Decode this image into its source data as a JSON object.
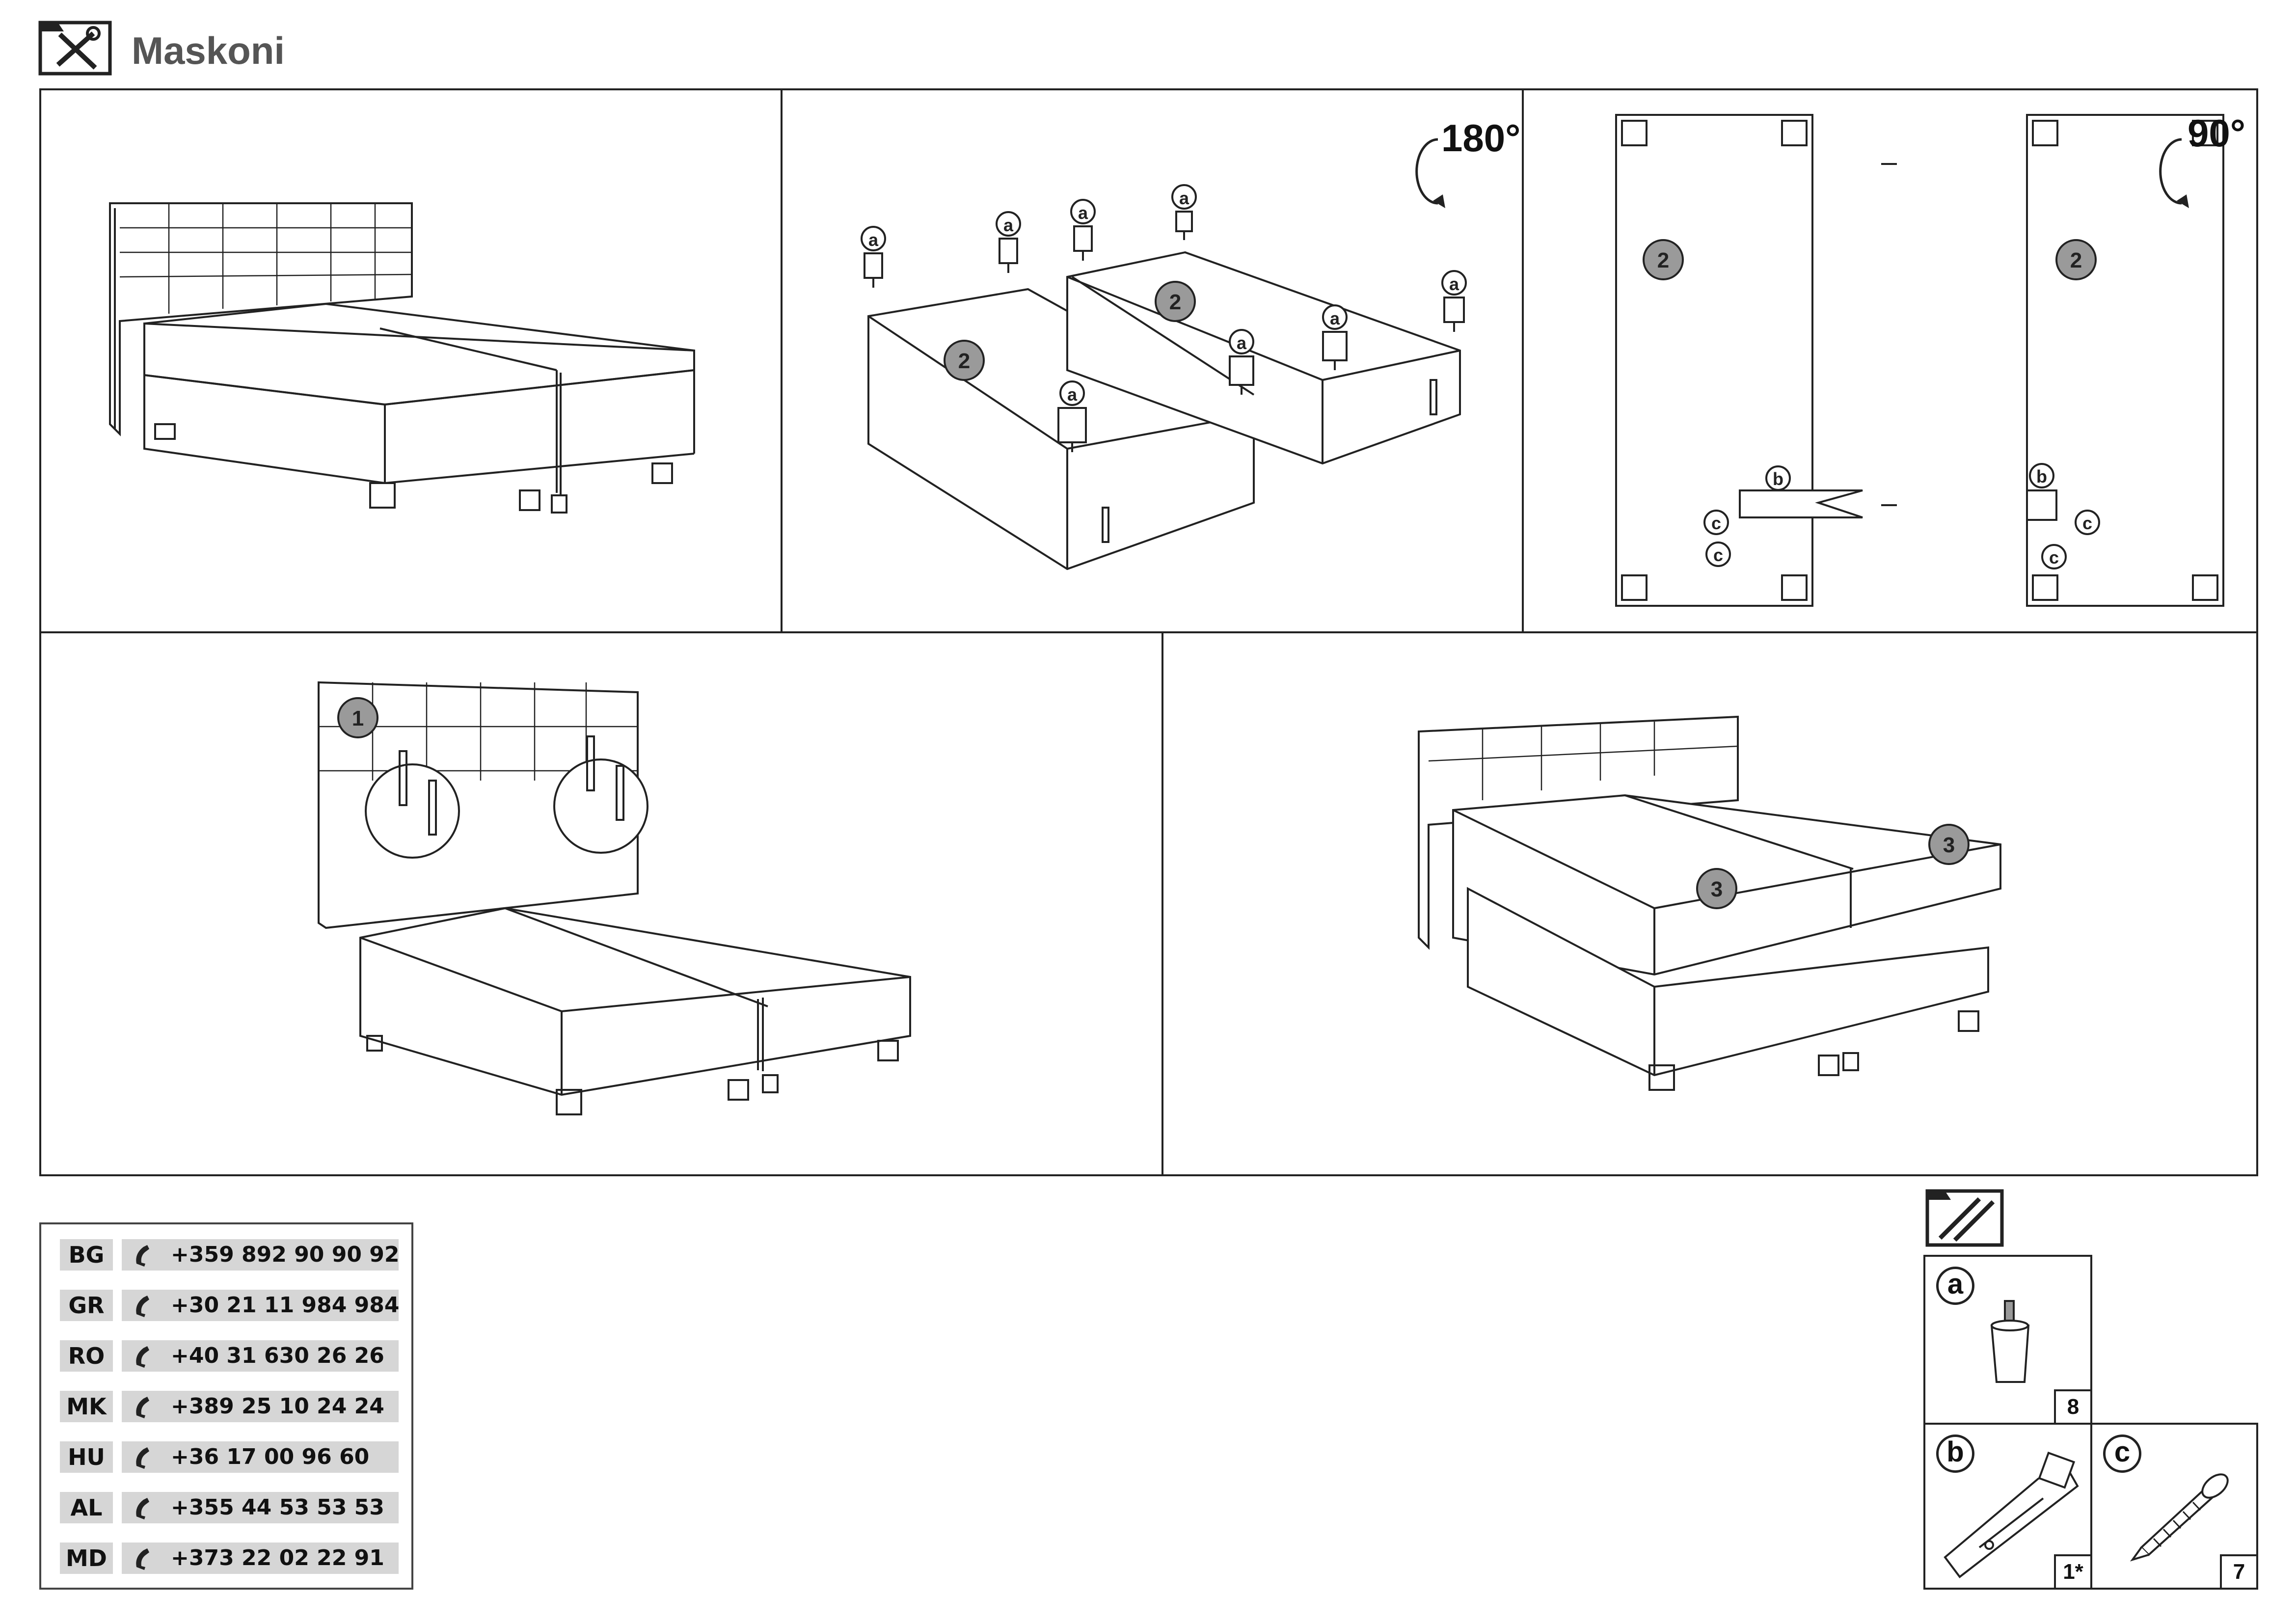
{
  "header": {
    "title": "Maskoni",
    "icon": "tools-icon"
  },
  "steps": {
    "step2_rotation": "180°",
    "step3_rotation": "90°",
    "labels": {
      "a": "a",
      "b": "b",
      "c": "c",
      "n1": "1",
      "n2": "2",
      "n3": "3"
    }
  },
  "contacts": [
    {
      "code": "BG",
      "phone": "+359 892 90 90 92"
    },
    {
      "code": "GR",
      "phone": "+30 21 11 984 984"
    },
    {
      "code": "RO",
      "phone": "+40 31 630 26 26"
    },
    {
      "code": "MK",
      "phone": "+389 25 10 24 24"
    },
    {
      "code": "HU",
      "phone": "+36 17 00 96 60"
    },
    {
      "code": "AL",
      "phone": "+355 44 53 53 53"
    },
    {
      "code": "MD",
      "phone": "+373 22 02 22 91"
    }
  ],
  "parts": [
    {
      "letter": "a",
      "qty": "8",
      "icon": "furniture-leg-icon"
    },
    {
      "letter": "b",
      "qty": "1*",
      "icon": "connector-bracket-icon"
    },
    {
      "letter": "c",
      "qty": "7",
      "icon": "screw-icon"
    }
  ]
}
